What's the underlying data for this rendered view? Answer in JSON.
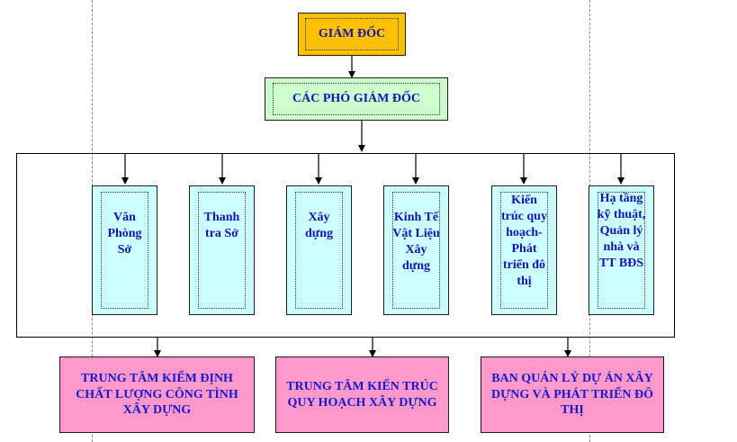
{
  "director": {
    "title": "GIÁM ĐỐC"
  },
  "deputies": {
    "title": "CÁC PHÓ GIÁM ĐỐC"
  },
  "departments": [
    {
      "key": "van-phong-so",
      "label": "Văn Phòng Sở"
    },
    {
      "key": "thanh-tra-so",
      "label": "Thanh tra Sở"
    },
    {
      "key": "xay-dung",
      "label": "Xây dựng"
    },
    {
      "key": "kinh-te-vat-lieu-xay-dung",
      "label": "Kinh Tế Vật Liệu Xây dựng"
    },
    {
      "key": "kien-truc-quy-hoach-phat-trien-do-thi",
      "label": "Kiến trúc quy hoạch- Phát triển đô thị"
    },
    {
      "key": "ha-tang-ky-thuat-quan-ly-nha-va-tt-bds",
      "label": "Hạ tầng kỹ thuật, Quản lý nhà và TT BĐS"
    }
  ],
  "centers": [
    {
      "key": "trung-tam-kiem-dinh",
      "label": "TRUNG TÂM KIỂM ĐỊNH CHẤT LƯỢNG CÔNG TÌNH XÂY DỰNG"
    },
    {
      "key": "trung-tam-kien-truc",
      "label": "TRUNG TÂM KIẾN TRÚC QUY HOẠCH XÂY DỰNG"
    },
    {
      "key": "ban-quan-ly-du-an",
      "label": "BAN QUẢN LÝ DỰ ÁN XÂY DỰNG VÀ PHÁT TRIỂN ĐÔ THỊ"
    }
  ],
  "colors": {
    "director_fill": "#ffc000",
    "deputies_fill": "#ccffcc",
    "department_fill": "#ccffff",
    "center_fill": "#ff99cc",
    "text": "#1212b4",
    "lines": "#000000"
  }
}
